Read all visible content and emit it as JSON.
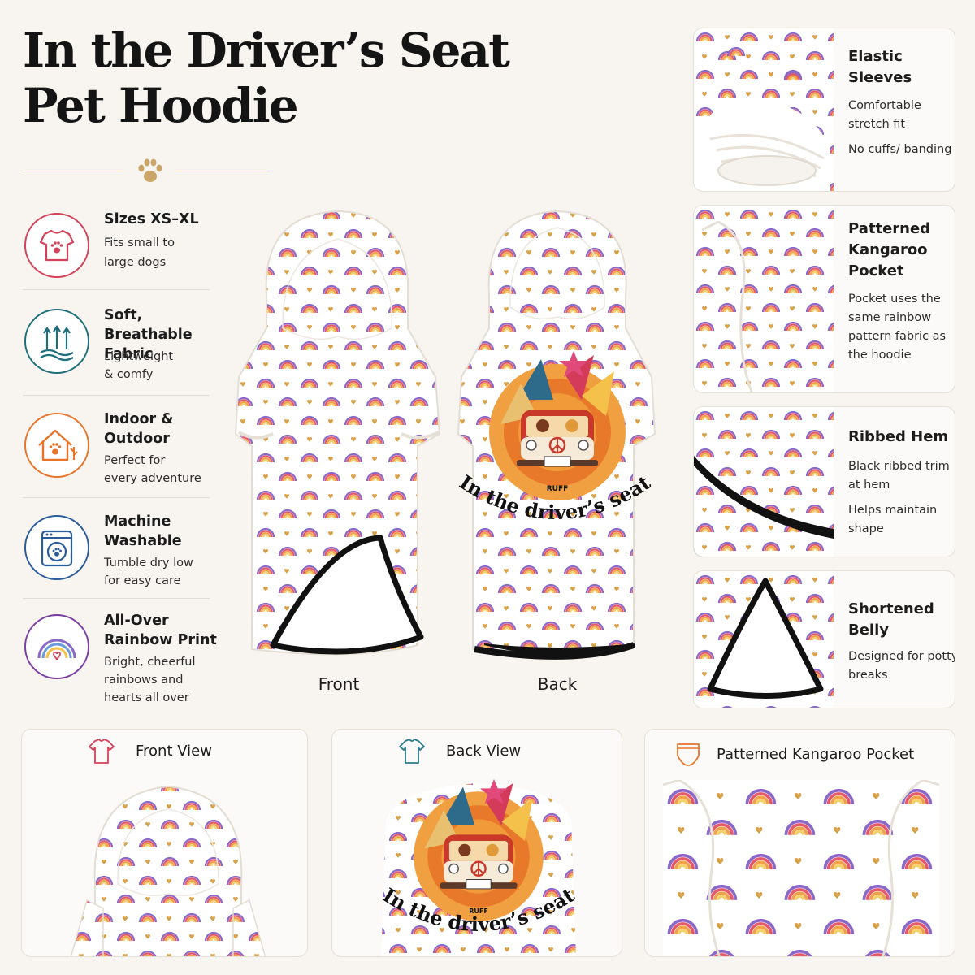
{
  "title_line1": "In the Driver’s Seat",
  "title_line2": "Pet Hoodie",
  "features": [
    {
      "icon": "tshirt-paw-icon",
      "title": "Sizes XS–XL",
      "desc": [
        "Fits small to",
        "large dogs"
      ],
      "color": "#d4425a"
    },
    {
      "icon": "breathable-arrows-icon",
      "title": "Soft, Breathable Fabric",
      "desc": [
        "Lightweight",
        "& comfy"
      ],
      "color": "#1e6f7a"
    },
    {
      "icon": "house-paw-icon",
      "title": "Indoor & Outdoor",
      "desc": [
        "Perfect for",
        "every adventure"
      ],
      "color": "#e8742a"
    },
    {
      "icon": "washing-machine-icon",
      "title": "Machine Washable",
      "desc": [
        "Tumble dry low",
        "for easy care"
      ],
      "color": "#2a5c9a"
    },
    {
      "icon": "rainbow-heart-icon",
      "title": "All-Over Rainbow Print",
      "desc": [
        "Bright, cheerful",
        "rainbows and",
        "hearts all over"
      ],
      "color": "#7a3fa0"
    }
  ],
  "hoodie_labels": {
    "front": "Front",
    "back": "Back"
  },
  "print_text": "In the driver’s seat",
  "plate_text": "RUFF",
  "detail_cards": [
    {
      "title": "Elastic Sleeves",
      "desc": [
        "Comfortable stretch fit",
        "No cuffs/ banding"
      ]
    },
    {
      "title": "Patterned Kangaroo Pocket",
      "desc": [
        "Pocket uses the same rainbow pattern fabric as the hoodie"
      ]
    },
    {
      "title": "Ribbed Hem",
      "desc": [
        "Black ribbed trim at hem",
        "Helps maintain shape"
      ]
    },
    {
      "title": "Shortened Belly",
      "desc": [
        "Designed for potty breaks"
      ]
    }
  ],
  "bottom_cards": [
    {
      "title": "Front View",
      "icon": "tshirt-outline-icon",
      "icon_color": "#d4425a"
    },
    {
      "title": "Back View",
      "icon": "tshirt-outline-icon",
      "icon_color": "#2a7a8a"
    },
    {
      "title": "Patterned Kangaroo Pocket",
      "icon": "pocket-outline-icon",
      "icon_color": "#e8742a"
    }
  ],
  "colors": {
    "accent_gold": "#c9a56a",
    "hem_black": "#111111",
    "rainbow_red": "#e45a6a",
    "rainbow_orange": "#f2a24a",
    "rainbow_yellow": "#f4d16a",
    "rainbow_purple": "#8a6ac8"
  }
}
